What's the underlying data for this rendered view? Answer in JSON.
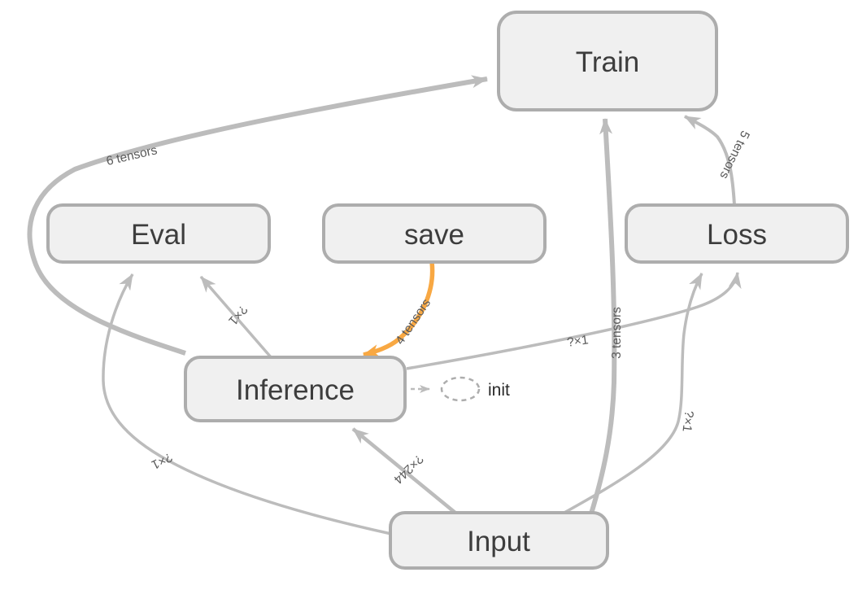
{
  "diagram": {
    "kind": "dataflow-graph",
    "nodes": {
      "train": {
        "label": "Train"
      },
      "eval": {
        "label": "Eval"
      },
      "save": {
        "label": "save"
      },
      "loss": {
        "label": "Loss"
      },
      "inference": {
        "label": "Inference"
      },
      "input": {
        "label": "Input"
      },
      "init": {
        "label": "init"
      }
    },
    "edges": {
      "inference_to_train": {
        "from": "Inference",
        "to": "Train",
        "label": "6 tensors"
      },
      "input_to_train": {
        "from": "Input",
        "to": "Train",
        "label": "3 tensors"
      },
      "loss_to_train": {
        "from": "Loss",
        "to": "Train",
        "label": "5 tensors"
      },
      "save_to_inference": {
        "from": "save",
        "to": "Inference",
        "label": "4 tensors"
      },
      "inference_to_eval": {
        "from": "Inference",
        "to": "Eval",
        "label": "?×1"
      },
      "input_to_eval": {
        "from": "Input",
        "to": "Eval",
        "label": "?×1"
      },
      "inference_to_loss": {
        "from": "Inference",
        "to": "Loss",
        "label": "?×1"
      },
      "input_to_loss": {
        "from": "Input",
        "to": "Loss",
        "label": "?×1"
      },
      "input_to_inference": {
        "from": "Input",
        "to": "Inference",
        "label": "?×244"
      },
      "inference_to_init": {
        "from": "Inference",
        "to": "init",
        "label": ""
      }
    },
    "colors": {
      "edge-gray": "#bcbcbc",
      "edge-orange": "#f8a843",
      "node-fill": "#f0f0f0",
      "node-stroke": "#adadad",
      "node-text": "#3d3d3d",
      "label-text": "#5a5a5a"
    }
  }
}
